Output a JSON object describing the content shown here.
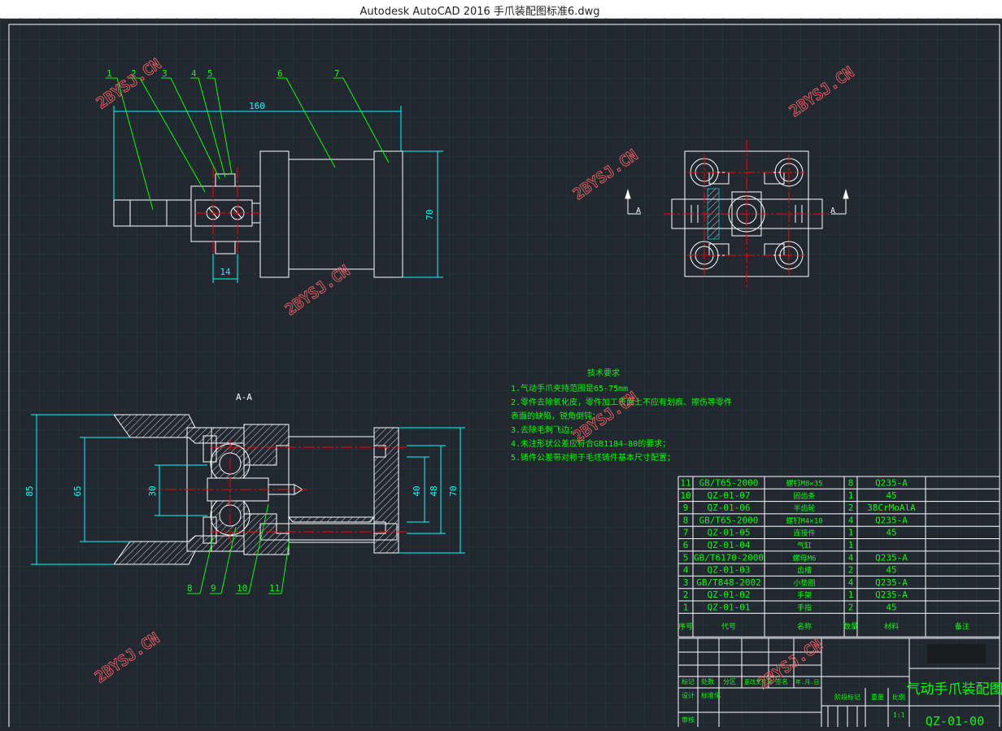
{
  "window": {
    "title": "Autodesk AutoCAD 2016     手爪装配图标准6.dwg"
  },
  "watermark": "2BYSJ.CN",
  "colors": {
    "background": "#212830",
    "outline": "#ffffff",
    "leader": "#00ff00",
    "dimension": "#00ffff",
    "centerline": "#ff0000"
  },
  "top_view": {
    "balloons": [
      "1",
      "2",
      "3",
      "4",
      "5",
      "6",
      "7"
    ],
    "dims": {
      "length": "160",
      "height": "70",
      "bolt": "14"
    }
  },
  "side_view": {
    "section_mark": "A"
  },
  "section_view": {
    "title": "A-A",
    "balloons": [
      "8",
      "9",
      "10",
      "11"
    ],
    "dims": {
      "d85": "85",
      "d65": "65",
      "d30": "30",
      "d40": "40",
      "d48": "48",
      "d70": "70"
    }
  },
  "notes": {
    "title": "技术要求",
    "lines": [
      "1.气动手爪夹持范围是65-75mm",
      "2.零件去除氧化皮，零件加工表面上不应有划痕、擦伤等零件",
      "表面的缺陷，锐角倒钝；",
      "3.去除毛刺飞边；",
      "4.未注形状公差应符合GB1184-80的要求；",
      "5.铸件公差带对称于毛坯铸件基本尺寸配置；"
    ]
  },
  "bom": {
    "rows": [
      [
        "11",
        "GB/T65-2000",
        "螺钉M8×35",
        "8",
        "Q235-A"
      ],
      [
        "10",
        "QZ-01-07",
        "固齿条",
        "1",
        "45"
      ],
      [
        "9",
        "QZ-01-06",
        "半齿轮",
        "2",
        "38CrMoAlA"
      ],
      [
        "8",
        "GB/T65-2000",
        "螺钉M4×10",
        "4",
        "Q235-A"
      ],
      [
        "7",
        "QZ-01-05",
        "连接件",
        "1",
        "45"
      ],
      [
        "6",
        "QZ-01-04",
        "气缸",
        "1",
        ""
      ],
      [
        "5",
        "GB/T6170-2000",
        "螺母M6",
        "4",
        "Q235-A"
      ],
      [
        "4",
        "QZ-01-03",
        "齿槽",
        "2",
        "45"
      ],
      [
        "3",
        "GB/T848-2002",
        "小垫圈",
        "4",
        "Q235-A"
      ],
      [
        "2",
        "QZ-01-02",
        "手架",
        "1",
        "Q235-A"
      ],
      [
        "1",
        "QZ-01-01",
        "手指",
        "2",
        "45"
      ]
    ],
    "header": [
      "序号",
      "代号",
      "名称",
      "数量",
      "材料",
      "备注"
    ]
  },
  "title_block": {
    "labels": [
      "标记",
      "处数",
      "分区",
      "更改文件号",
      "签名",
      "年.月.日",
      "设计",
      "标准化",
      "阶段标记",
      "重量",
      "比例",
      "审核"
    ],
    "scale": "1:1",
    "drawing_name": "气动手爪装配图",
    "drawing_code": "QZ-01-00"
  }
}
